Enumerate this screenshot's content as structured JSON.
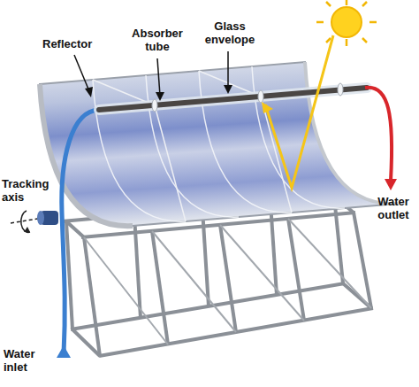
{
  "diagram": {
    "labels": [
      "Reflector",
      "Absorber tube",
      "Glass envelope",
      "Tracking axis",
      "Water inlet",
      "Water outlet"
    ]
  }
}
